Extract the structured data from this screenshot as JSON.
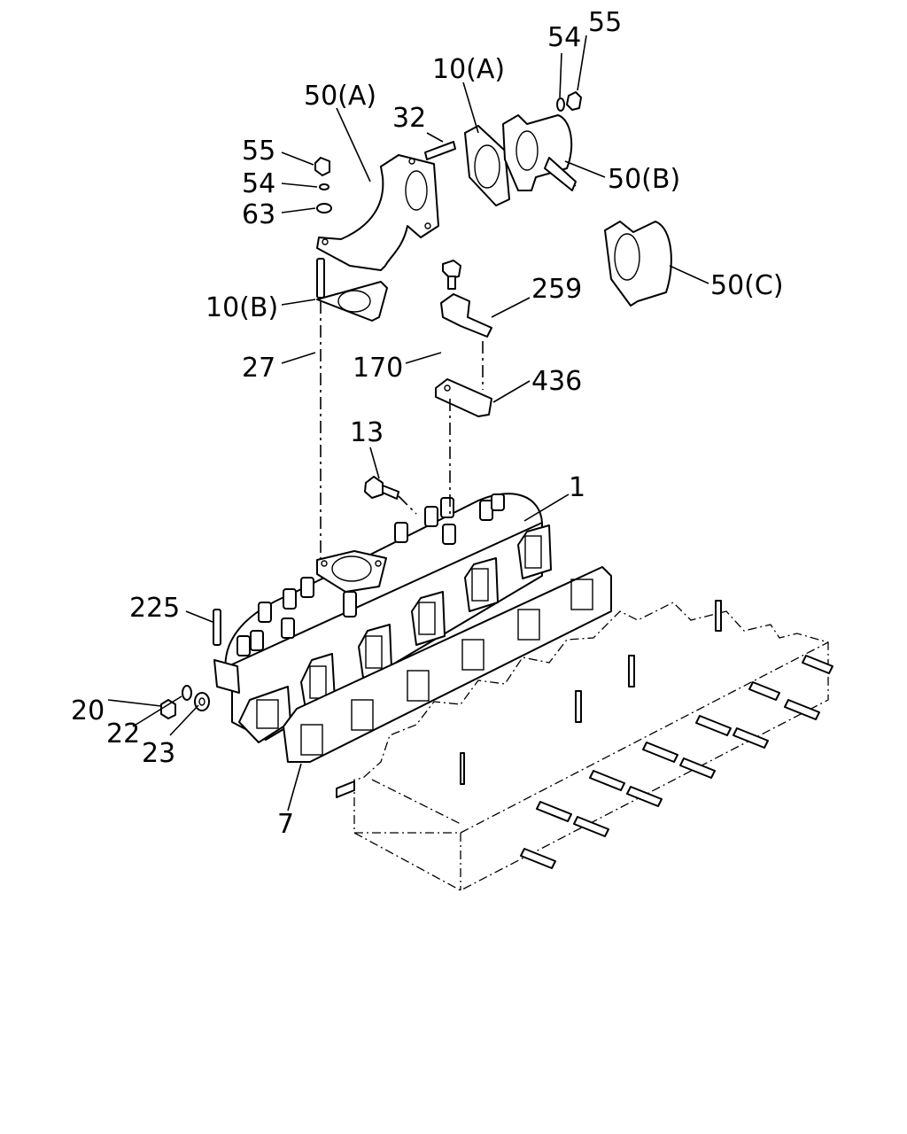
{
  "diagram": {
    "callouts": {
      "p50A": "50(A)",
      "p32": "32",
      "p10A": "10(A)",
      "p54top": "54",
      "p55top": "55",
      "p50B": "50(B)",
      "p55left": "55",
      "p54left": "54",
      "p63": "63",
      "p10B": "10(B)",
      "p50C": "50(C)",
      "p259": "259",
      "p27": "27",
      "p170": "170",
      "p436": "436",
      "p13": "13",
      "p1": "1",
      "p225": "225",
      "p20": "20",
      "p22": "22",
      "p23": "23",
      "p7": "7"
    }
  }
}
